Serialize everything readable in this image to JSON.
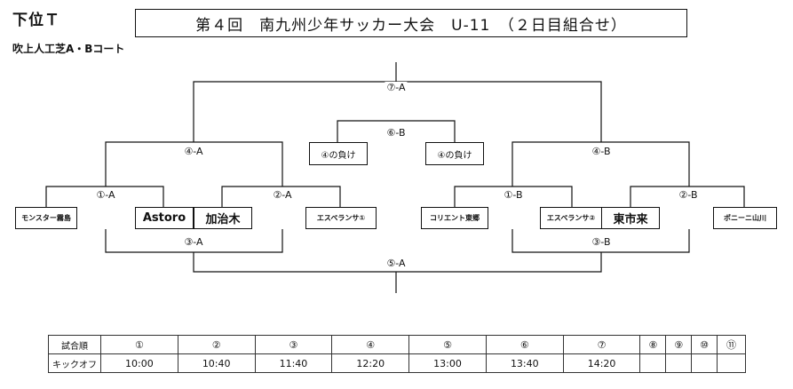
{
  "heading": "下位Ｔ",
  "title": "第４回　南九州少年サッカー大会　U-11　（２日目組合せ）",
  "venue": "吹上人工芝A・Bコート",
  "teams": {
    "monster": "モンスター霧島",
    "astoro": "Astoro",
    "kajiki": "加治木",
    "esperanza1": "エスペランサ①",
    "loser1": "④の負け",
    "loser2": "④の負け",
    "colient": "コリエント東郷",
    "esperanza2": "エスペランサ②",
    "tokurai": "東市来",
    "pony": "ポニーニ山川"
  },
  "matches": {
    "m1a": "①-A",
    "m2a": "②-A",
    "m3a": "③-A",
    "m4a": "④-A",
    "m5a": "⑤-A",
    "m6b": "⑥-B",
    "m7a": "⑦-A",
    "m1b": "①-B",
    "m2b": "②-B",
    "m3b": "③-B",
    "m4b": "④-B"
  },
  "schedule": {
    "row1_label": "試合順",
    "row2_label": "キックオフ",
    "order": [
      "①",
      "②",
      "③",
      "④",
      "⑤",
      "⑥",
      "⑦",
      "⑧",
      "⑨",
      "⑩",
      "⑪"
    ],
    "times": [
      "10:00",
      "10:40",
      "11:40",
      "12:20",
      "13:00",
      "13:40",
      "14:20",
      "",
      "",
      "",
      ""
    ]
  }
}
